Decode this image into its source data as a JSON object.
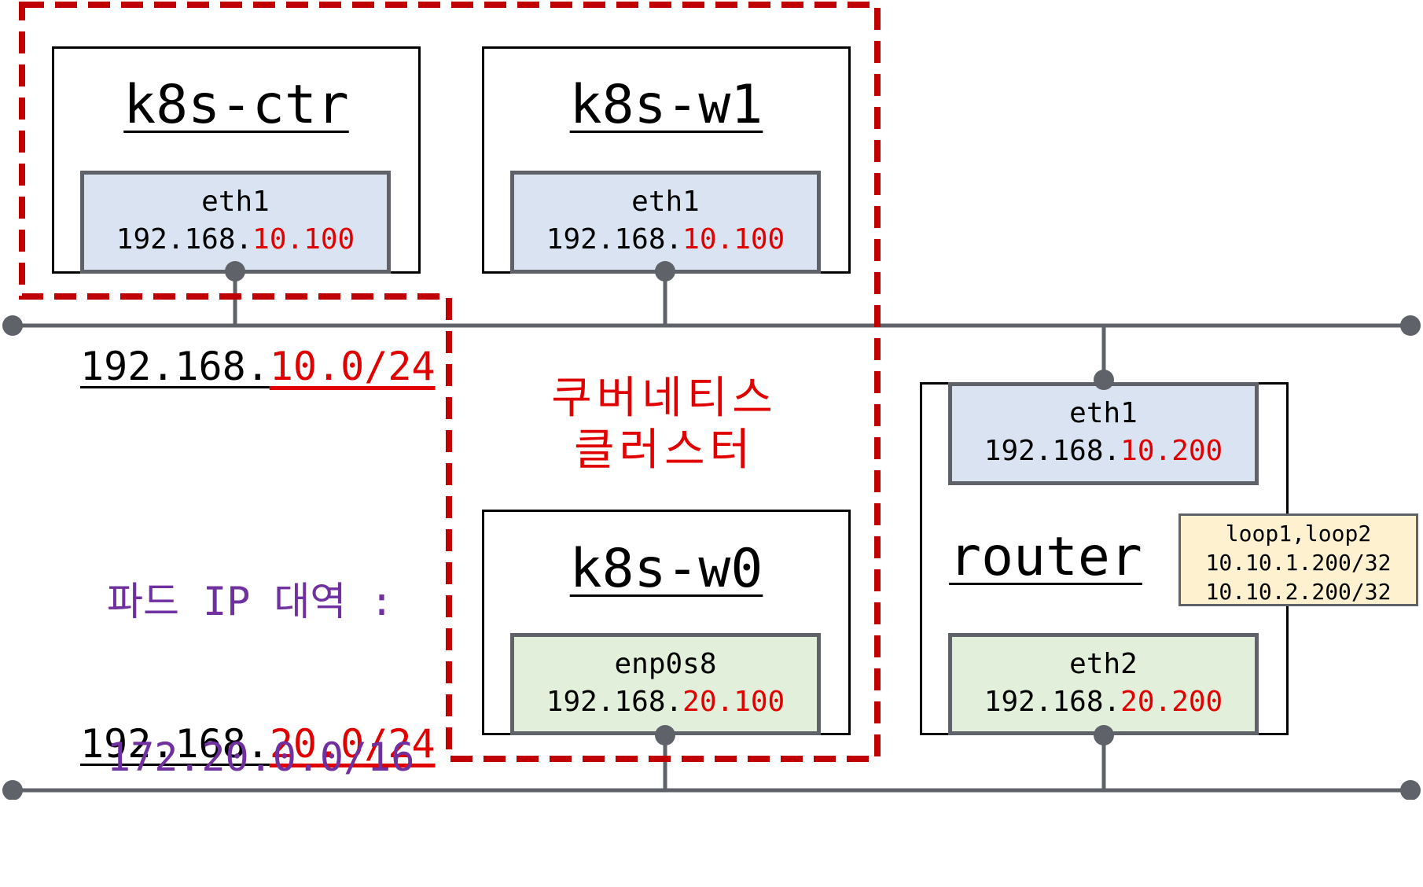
{
  "nodes": {
    "k8s_ctr": {
      "title": "k8s-ctr",
      "iface": {
        "name": "eth1",
        "ip_prefix": "192.168.",
        "ip_suffix": "10.100"
      }
    },
    "k8s_w1": {
      "title": "k8s-w1",
      "iface": {
        "name": "eth1",
        "ip_prefix": "192.168.",
        "ip_suffix": "10.100"
      }
    },
    "k8s_w0": {
      "title": "k8s-w0",
      "iface": {
        "name": "enp0s8",
        "ip_prefix": "192.168.",
        "ip_suffix": "20.100"
      }
    },
    "router": {
      "title": "router",
      "eth1": {
        "name": "eth1",
        "ip_prefix": "192.168.",
        "ip_suffix": "10.200"
      },
      "eth2": {
        "name": "eth2",
        "ip_prefix": "192.168.",
        "ip_suffix": "20.200"
      },
      "loopbacks": {
        "names": "loop1,loop2",
        "ip1": "10.10.1.200/32",
        "ip2": "10.10.2.200/32"
      }
    }
  },
  "networks": {
    "net10": {
      "prefix": "192.168.",
      "suffix": "10.0/24"
    },
    "net20": {
      "prefix": "192.168.",
      "suffix": "20.0/24"
    }
  },
  "cluster": {
    "line1": "쿠버네티스",
    "line2": "클러스터"
  },
  "pod_cidr": {
    "line1": "파드 IP 대역 :",
    "line2": "172.20.0.0/16"
  },
  "colors": {
    "highlight_red": "#e00000",
    "pod_purple": "#7030a0",
    "iface_blue": "#dae3f2",
    "iface_green": "#e2efda",
    "loop_yellow": "#fdf1cf",
    "line_gray": "#5f6268",
    "cluster_border": "#c00000"
  }
}
